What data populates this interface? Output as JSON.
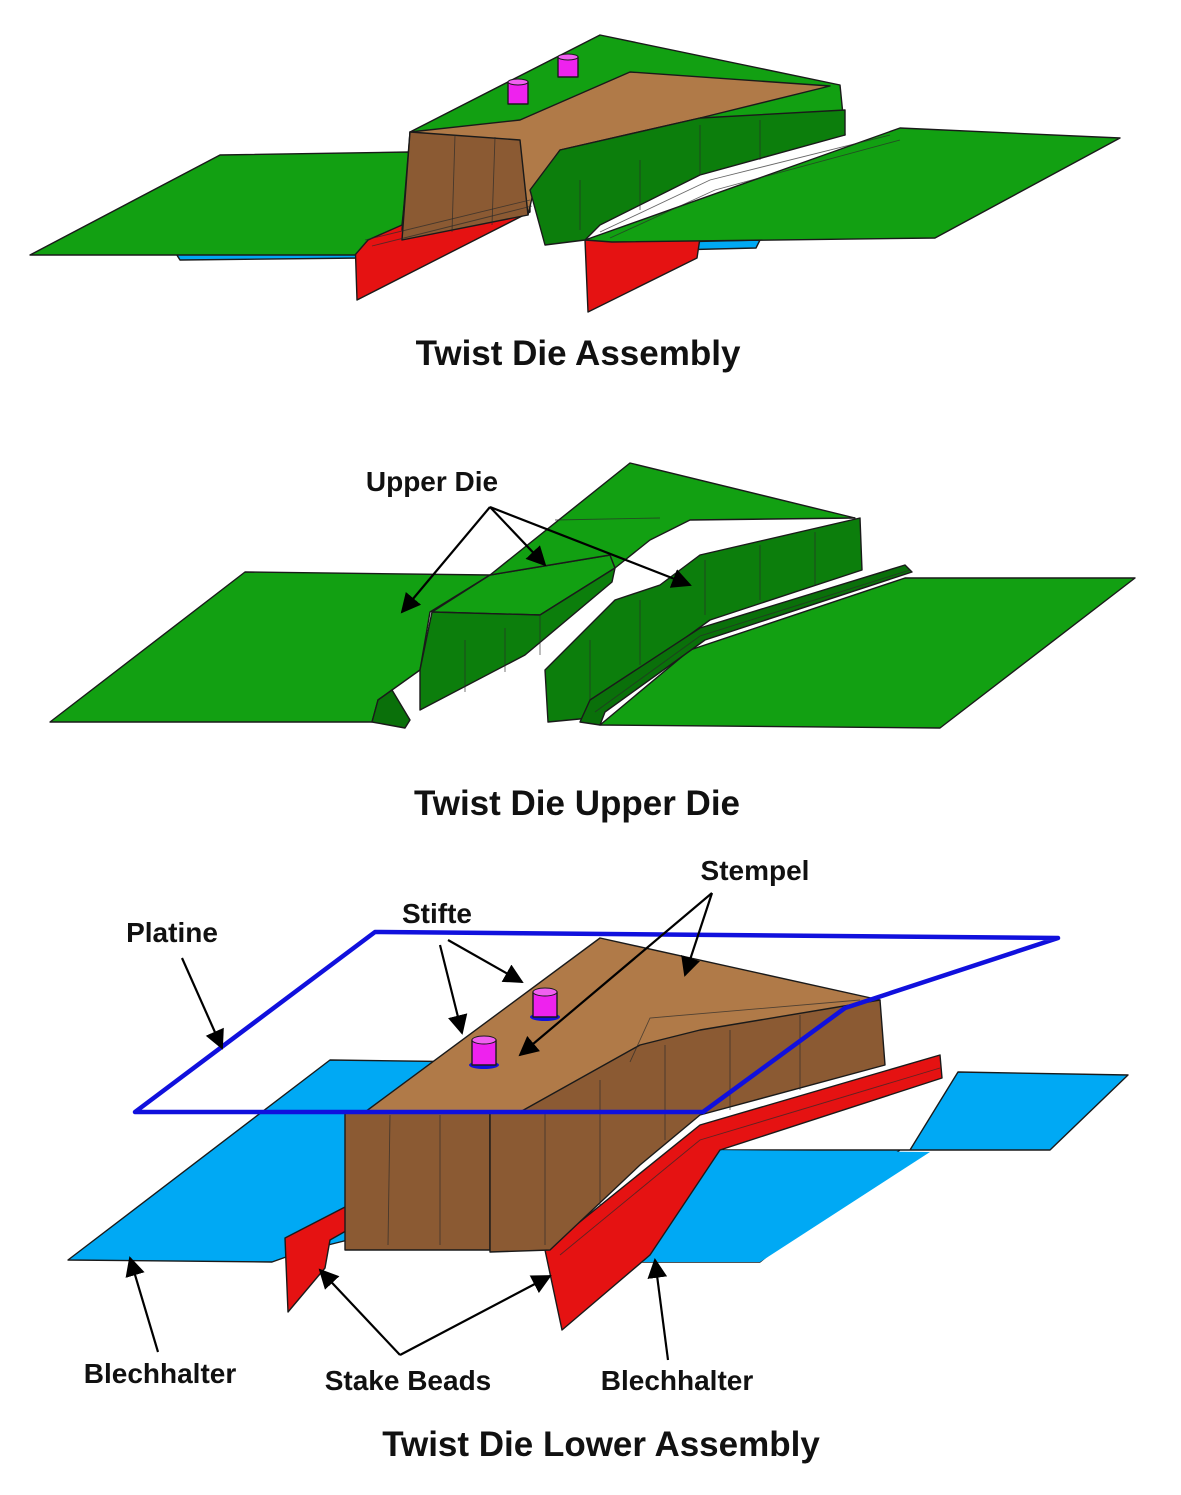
{
  "captions": {
    "assembly": "Twist Die Assembly",
    "upper": "Twist Die Upper Die",
    "lower": "Twist Die Lower Assembly"
  },
  "labels": {
    "upper_die": "Upper Die",
    "stempel": "Stempel",
    "stifte": "Stifte",
    "platine": "Platine",
    "blechhalter_left": "Blechhalter",
    "stake_beads": "Stake Beads",
    "blechhalter_right": "Blechhalter"
  },
  "colors": {
    "upper_die": "#12a012",
    "upper_die_dark": "#0c7e0c",
    "stempel": "#b07a48",
    "stempel_dark": "#8b5a33",
    "blechhalter": "#00a9f4",
    "stake_beads": "#e51212",
    "platine": "#1010dd",
    "stifte": "#ee22ee"
  }
}
